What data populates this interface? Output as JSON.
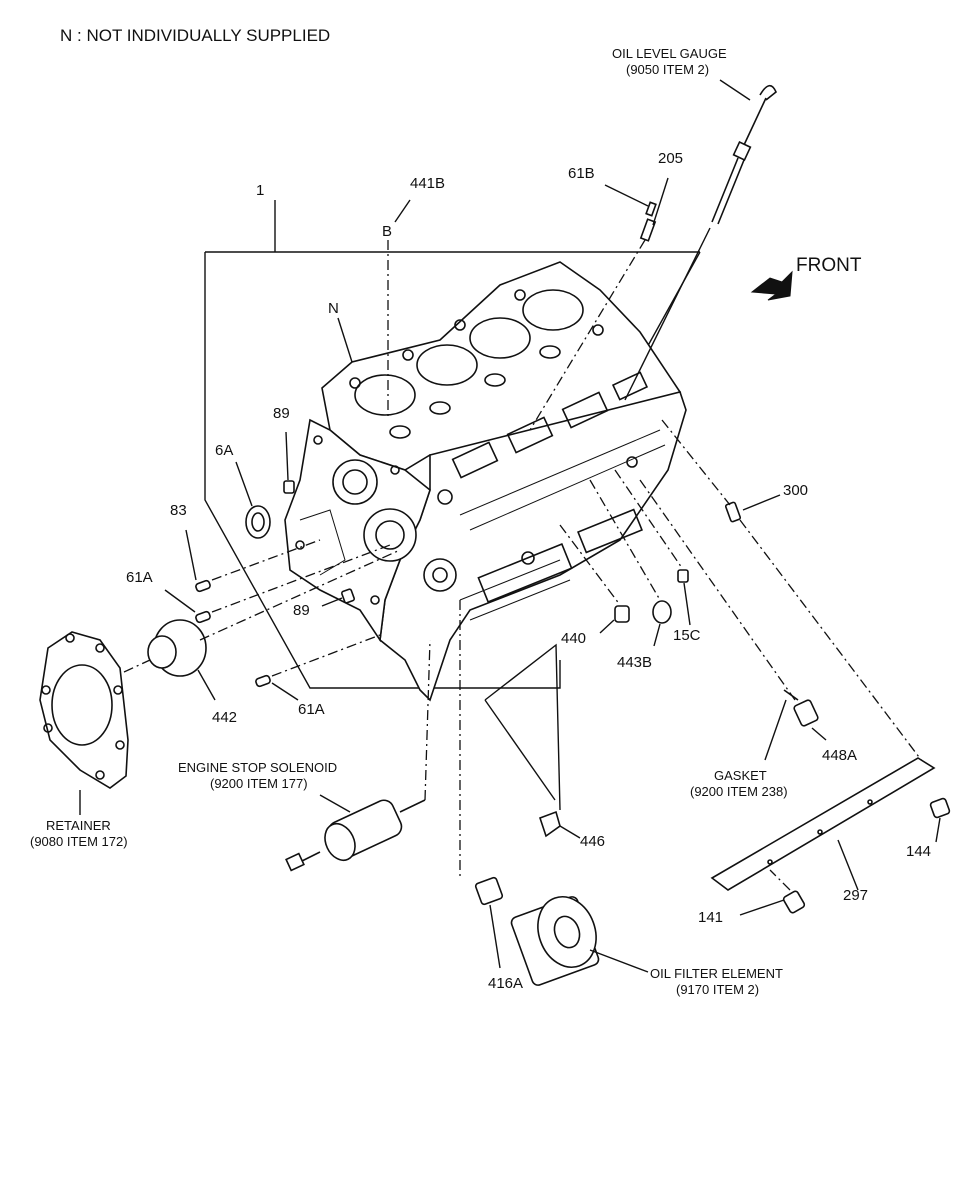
{
  "header_note": "N : NOT INDIVIDUALLY SUPPLIED",
  "front_label": "FRONT",
  "callouts": {
    "c1": "1",
    "c441B": "441B",
    "c441B_letter": "B",
    "cN": "N",
    "c89a": "89",
    "c6A": "6A",
    "c83": "83",
    "c61A_a": "61A",
    "c89b": "89",
    "c442": "442",
    "c61A_b": "61A",
    "c61B": "61B",
    "c205": "205",
    "c300": "300",
    "c440": "440",
    "c443B": "443B",
    "c15C": "15C",
    "c448A": "448A",
    "c446": "446",
    "c144": "144",
    "c297": "297",
    "c141": "141",
    "c416A": "416A"
  },
  "named_parts": {
    "oil_level_gauge": {
      "name": "OIL LEVEL GAUGE",
      "ref": "(9050 ITEM 2)"
    },
    "engine_stop_solenoid": {
      "name": "ENGINE STOP SOLENOID",
      "ref": "(9200 ITEM 177)"
    },
    "retainer": {
      "name": "RETAINER",
      "ref": "(9080 ITEM 172)"
    },
    "gasket": {
      "name": "GASKET",
      "ref": "(9200 ITEM 238)"
    },
    "oil_filter_element": {
      "name": "OIL FILTER ELEMENT",
      "ref": "(9170 ITEM 2)"
    }
  },
  "icons": {
    "front_arrow": "front-arrow-icon"
  }
}
